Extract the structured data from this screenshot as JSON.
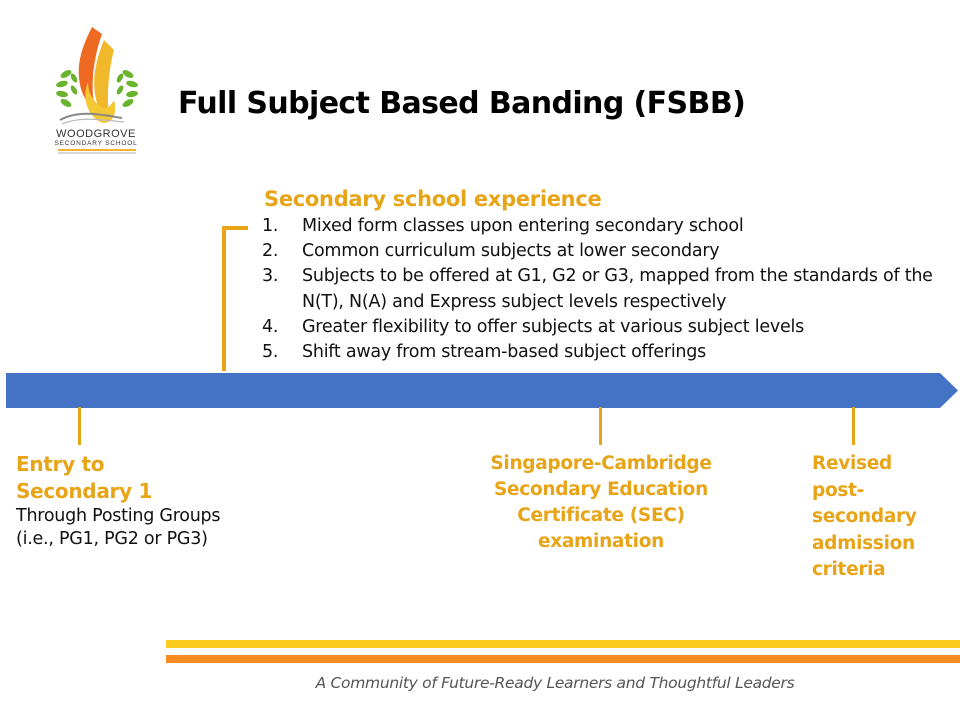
{
  "logo": {
    "name_line1": "WOODGROVE",
    "name_line2": "SECONDARY SCHOOL",
    "icon": "school-crest-icon"
  },
  "title": "Full Subject Based Banding (FSBB)",
  "experience": {
    "heading": "Secondary school experience",
    "items": [
      {
        "num": "1.",
        "text": "Mixed form classes upon entering secondary school"
      },
      {
        "num": "2.",
        "text": "Common curriculum subjects at lower secondary"
      },
      {
        "num": "3.",
        "text": "Subjects to be offered at G1, G2 or G3, mapped from the standards of the N(T), N(A) and Express subject levels respectively"
      },
      {
        "num": "4.",
        "text": "Greater flexibility to offer subjects at various subject levels"
      },
      {
        "num": "5.",
        "text": "Shift away from stream-based subject offerings"
      }
    ]
  },
  "milestones": [
    {
      "title_lines": [
        "Entry to",
        "Secondary 1"
      ],
      "body_lines": [
        "Through Posting Groups",
        "(i.e., PG1, PG2 or PG3)"
      ]
    },
    {
      "title_lines": [
        "Singapore-Cambridge",
        "Secondary Education",
        "Certificate (SEC)",
        "examination"
      ],
      "body_lines": []
    },
    {
      "title_lines": [
        "Revised",
        "post-",
        "secondary",
        "admission",
        "criteria"
      ],
      "body_lines": []
    }
  ],
  "footer": {
    "tagline": "A Community of Future-Ready Learners and Thoughtful Leaders"
  },
  "colors": {
    "accent": "#e8a417",
    "timeline": "#4472c4",
    "footer_yellow": "#fccb21",
    "footer_orange": "#f68b1f"
  }
}
